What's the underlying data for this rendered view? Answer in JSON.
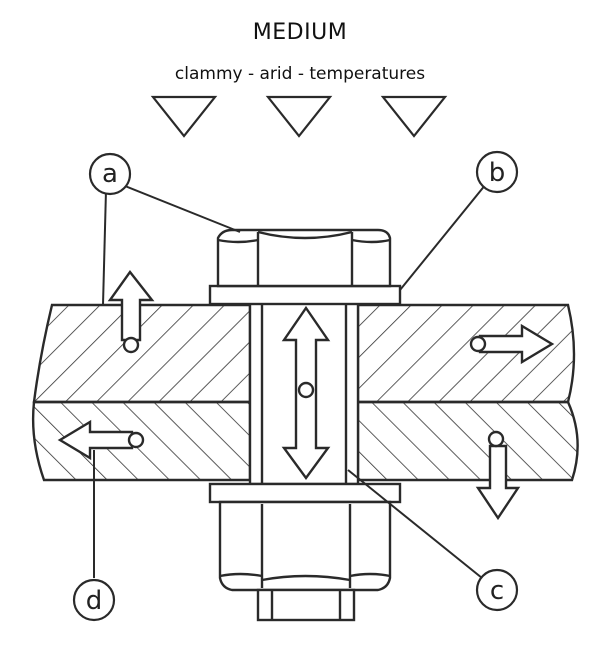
{
  "heading": {
    "title": "MEDIUM",
    "subtitle": "clammy - arid - temperatures"
  },
  "callouts": {
    "a": "a",
    "b": "b",
    "c": "c",
    "d": "d"
  },
  "colors": {
    "ink": "#2a2a2a",
    "background": "#ffffff"
  }
}
